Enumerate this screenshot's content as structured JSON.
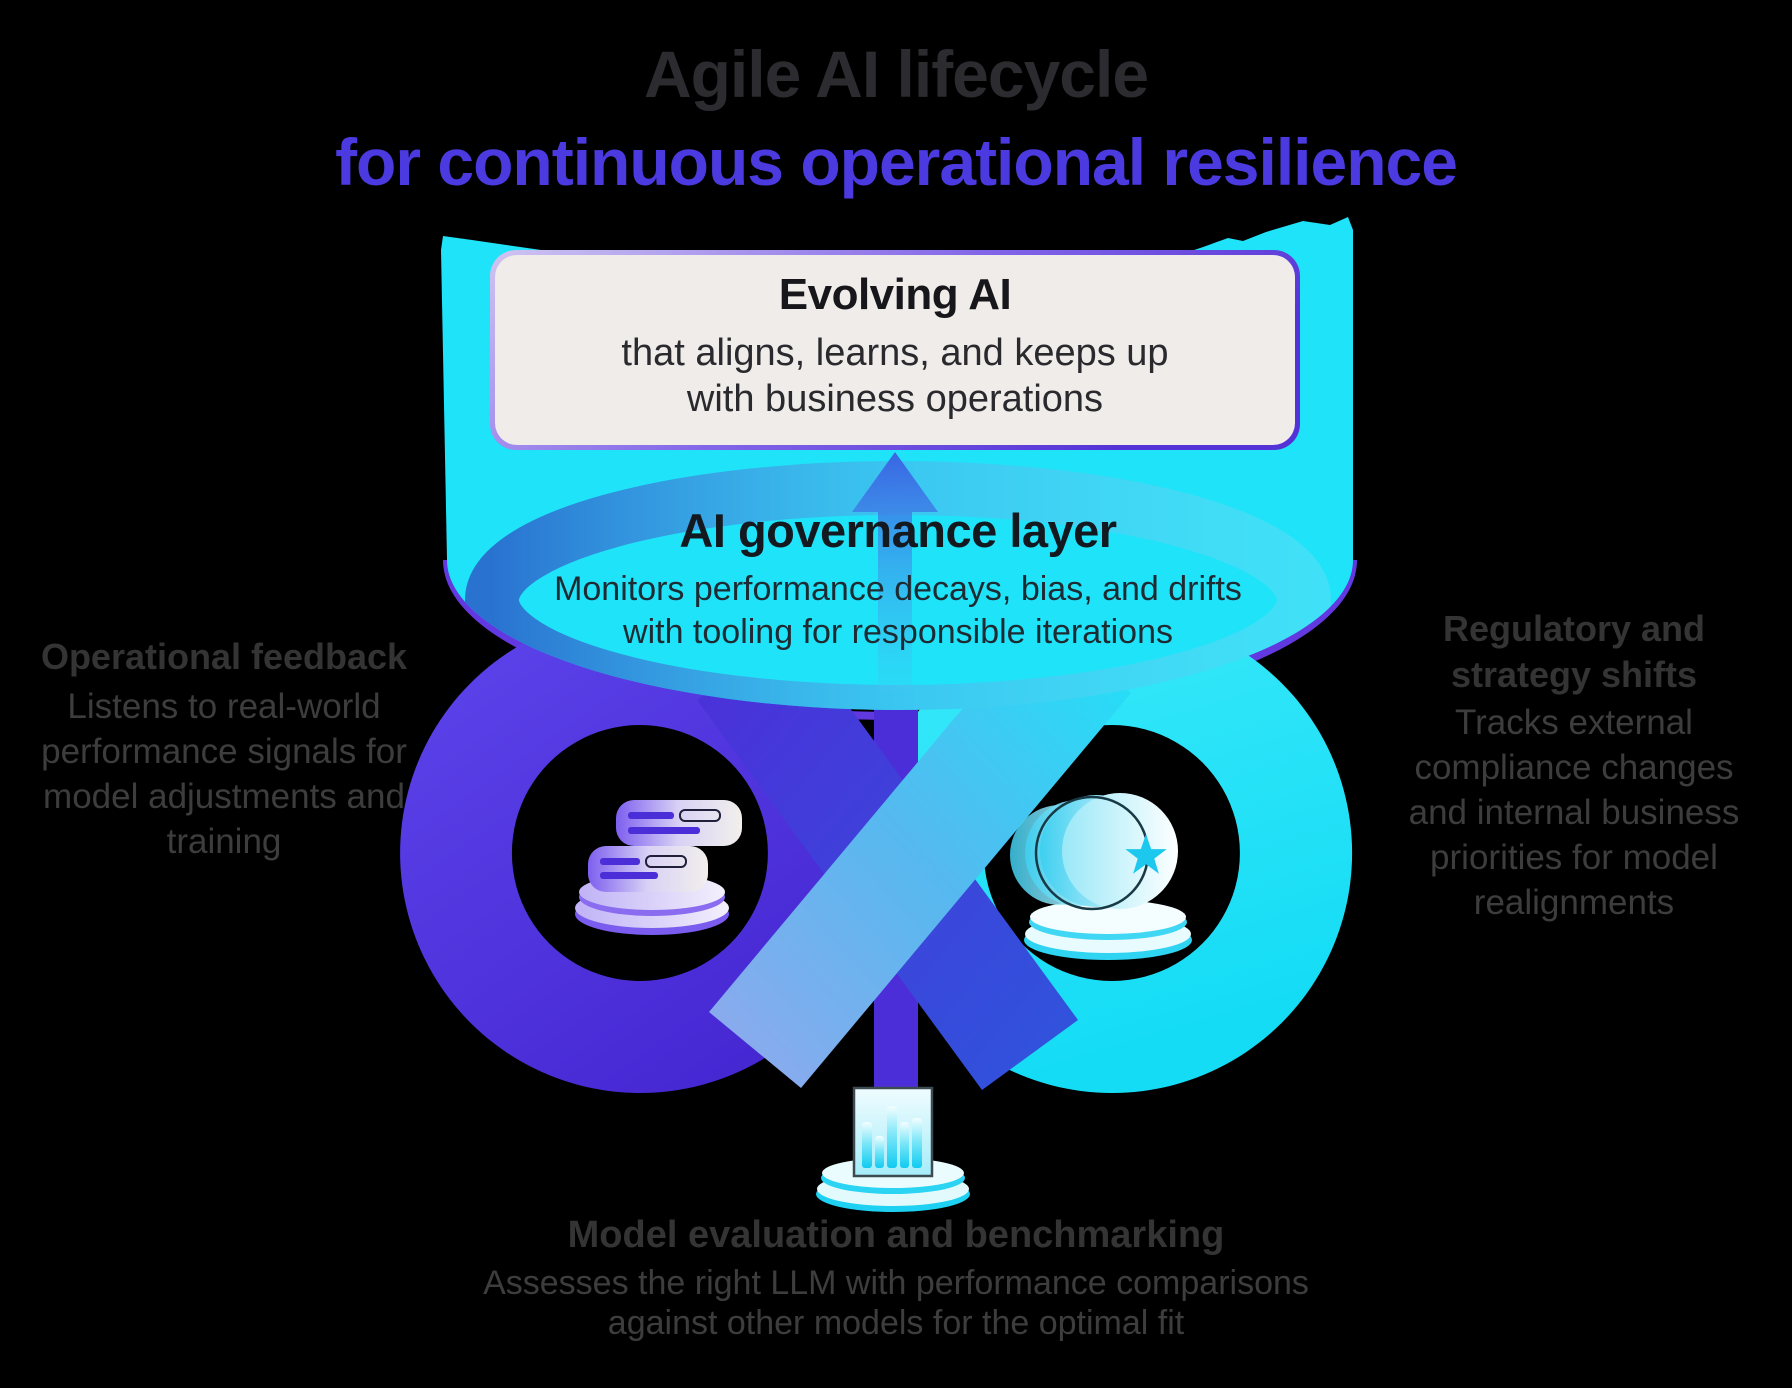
{
  "title": {
    "line1": "Agile AI lifecycle",
    "line2": "for continuous operational resilience"
  },
  "evolving_box": {
    "heading": "Evolving AI",
    "body_lines": [
      "that aligns, learns, and keeps up",
      "with business operations"
    ]
  },
  "governance": {
    "heading": "AI governance layer",
    "body_lines": [
      "Monitors performance decays, bias, and drifts",
      "with tooling for responsible iterations"
    ]
  },
  "notes": {
    "left": {
      "heading": "Operational feedback",
      "body_lines": [
        "Listens to real-world",
        "performance signals for",
        "model adjustments and",
        "training"
      ]
    },
    "right": {
      "heading_lines": [
        "Regulatory and",
        "strategy shifts"
      ],
      "body_lines": [
        "Tracks external",
        "compliance changes",
        "and internal business",
        "priorities for model",
        "realignments"
      ]
    },
    "bottom": {
      "heading": "Model evaluation and benchmarking",
      "body_lines": [
        "Assesses the right LLM with performance comparisons",
        "against other models for the optimal fit"
      ]
    }
  },
  "icons": {
    "left": "feedback-cards-stack-icon",
    "right": "model-discs-star-icon",
    "bottom": "benchmark-bar-chart-icon",
    "center": "up-arrow-icon"
  },
  "colors": {
    "background": "#000000",
    "title_dark": "#2B2B30",
    "title_accent": "#4B3ADF",
    "cyan": "#1FE3F8",
    "loop_purple": "#4B2ED8",
    "arrow_blue": "#3A5FE3",
    "box_background": "#EFECE9",
    "box_border_purple": "#5433D6",
    "note_heading": "#343434",
    "note_body": "#3D3D3D"
  }
}
